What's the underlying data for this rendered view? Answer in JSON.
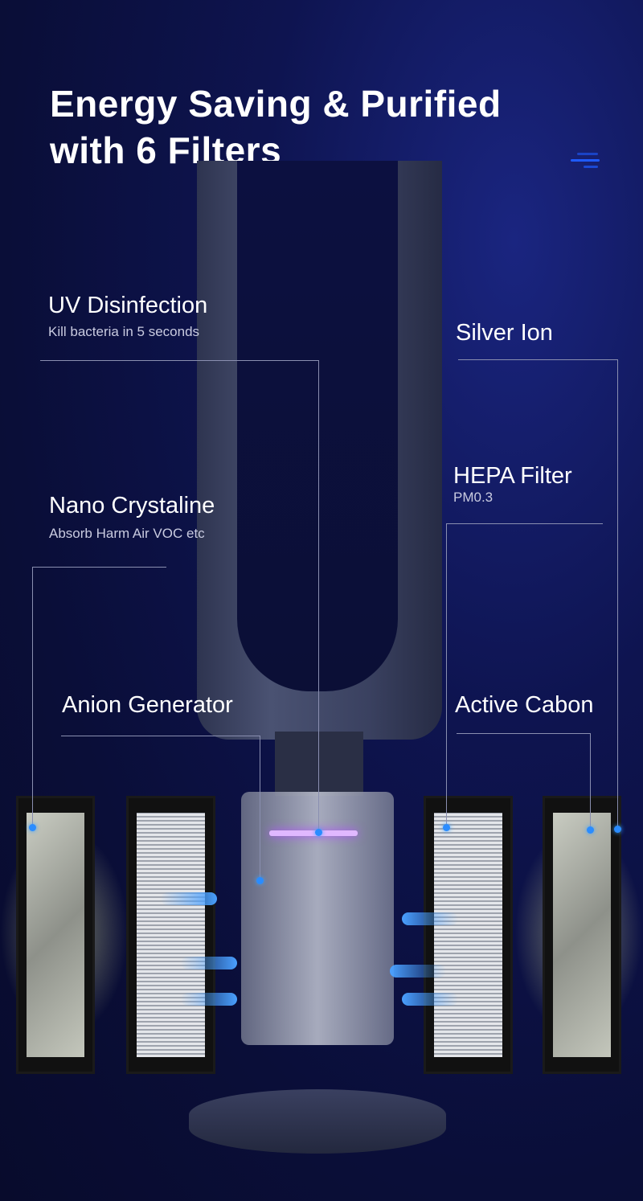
{
  "header": {
    "title_line1": "Energy Saving & Purified",
    "title_line2": "with 6 Filters",
    "menu_icon": "menu-icon"
  },
  "colors": {
    "accent": "#1e5bff",
    "background": "#0a0e38",
    "dot": "#2a8cff"
  },
  "features": [
    {
      "label": "UV Disinfection",
      "sub": "Kill bacteria in 5 seconds"
    },
    {
      "label": "Silver Ion",
      "sub": ""
    },
    {
      "label": "HEPA Filter",
      "sub": "PM0.3"
    },
    {
      "label": "Nano Crystaline",
      "sub": "Absorb Harm Air VOC etc"
    },
    {
      "label": "Anion Generator",
      "sub": ""
    },
    {
      "label": "Active Cabon",
      "sub": ""
    }
  ]
}
